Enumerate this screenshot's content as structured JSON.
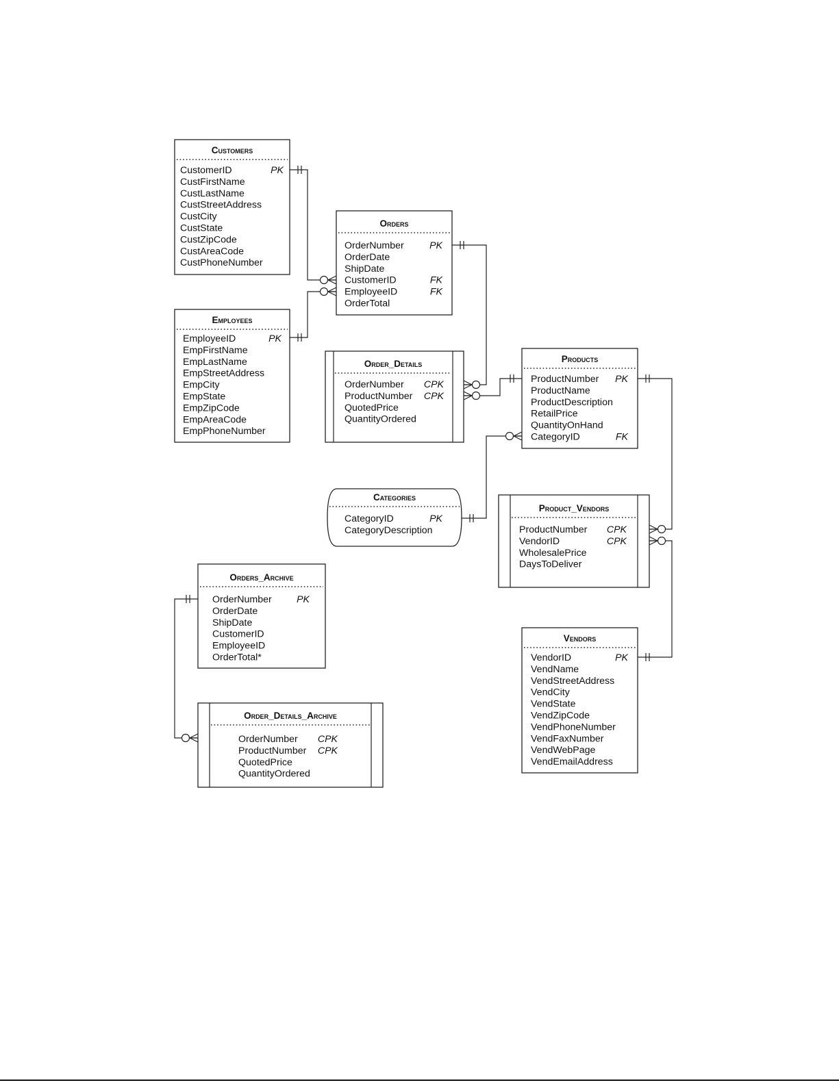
{
  "entities": [
    {
      "id": "customers",
      "title": "Customers",
      "attributes": [
        {
          "name": "CustomerID",
          "key": "PK"
        },
        {
          "name": "CustFirstName",
          "key": ""
        },
        {
          "name": "CustLastName",
          "key": ""
        },
        {
          "name": "CustStreetAddress",
          "key": ""
        },
        {
          "name": "CustCity",
          "key": ""
        },
        {
          "name": "CustState",
          "key": ""
        },
        {
          "name": "CustZipCode",
          "key": ""
        },
        {
          "name": "CustAreaCode",
          "key": ""
        },
        {
          "name": "CustPhoneNumber",
          "key": ""
        }
      ]
    },
    {
      "id": "orders",
      "title": "Orders",
      "attributes": [
        {
          "name": "OrderNumber",
          "key": "PK"
        },
        {
          "name": "OrderDate",
          "key": ""
        },
        {
          "name": "ShipDate",
          "key": ""
        },
        {
          "name": "CustomerID",
          "key": "FK"
        },
        {
          "name": "EmployeeID",
          "key": "FK"
        },
        {
          "name": "OrderTotal",
          "key": ""
        }
      ]
    },
    {
      "id": "employees",
      "title": "Employees",
      "attributes": [
        {
          "name": "EmployeeID",
          "key": "PK"
        },
        {
          "name": "EmpFirstName",
          "key": ""
        },
        {
          "name": "EmpLastName",
          "key": ""
        },
        {
          "name": "EmpStreetAddress",
          "key": ""
        },
        {
          "name": "EmpCity",
          "key": ""
        },
        {
          "name": "EmpState",
          "key": ""
        },
        {
          "name": "EmpZipCode",
          "key": ""
        },
        {
          "name": "EmpAreaCode",
          "key": ""
        },
        {
          "name": "EmpPhoneNumber",
          "key": ""
        }
      ]
    },
    {
      "id": "order_details",
      "title": "Order_Details",
      "attributes": [
        {
          "name": "OrderNumber",
          "key": "CPK"
        },
        {
          "name": "ProductNumber",
          "key": "CPK"
        },
        {
          "name": "QuotedPrice",
          "key": ""
        },
        {
          "name": "QuantityOrdered",
          "key": ""
        }
      ]
    },
    {
      "id": "products",
      "title": "Products",
      "attributes": [
        {
          "name": "ProductNumber",
          "key": "PK"
        },
        {
          "name": "ProductName",
          "key": ""
        },
        {
          "name": "ProductDescription",
          "key": ""
        },
        {
          "name": "RetailPrice",
          "key": ""
        },
        {
          "name": "QuantityOnHand",
          "key": ""
        },
        {
          "name": "CategoryID",
          "key": "FK"
        }
      ]
    },
    {
      "id": "categories",
      "title": "Categories",
      "attributes": [
        {
          "name": "CategoryID",
          "key": "PK"
        },
        {
          "name": "CategoryDescription",
          "key": ""
        }
      ]
    },
    {
      "id": "product_vendors",
      "title": "Product_Vendors",
      "attributes": [
        {
          "name": "ProductNumber",
          "key": "CPK"
        },
        {
          "name": "VendorID",
          "key": "CPK"
        },
        {
          "name": "WholesalePrice",
          "key": ""
        },
        {
          "name": "DaysToDeliver",
          "key": ""
        }
      ]
    },
    {
      "id": "orders_archive",
      "title": "Orders_Archive",
      "attributes": [
        {
          "name": "OrderNumber",
          "key": "PK"
        },
        {
          "name": "OrderDate",
          "key": ""
        },
        {
          "name": "ShipDate",
          "key": ""
        },
        {
          "name": "CustomerID",
          "key": ""
        },
        {
          "name": "EmployeeID",
          "key": ""
        },
        {
          "name": "OrderTotal*",
          "key": ""
        }
      ]
    },
    {
      "id": "vendors",
      "title": "Vendors",
      "attributes": [
        {
          "name": "VendorID",
          "key": "PK"
        },
        {
          "name": "VendName",
          "key": ""
        },
        {
          "name": "VendStreetAddress",
          "key": ""
        },
        {
          "name": "VendCity",
          "key": ""
        },
        {
          "name": "VendState",
          "key": ""
        },
        {
          "name": "VendZipCode",
          "key": ""
        },
        {
          "name": "VendPhoneNumber",
          "key": ""
        },
        {
          "name": "VendFaxNumber",
          "key": ""
        },
        {
          "name": "VendWebPage",
          "key": ""
        },
        {
          "name": "VendEmailAddress",
          "key": ""
        }
      ]
    },
    {
      "id": "order_details_archive",
      "title": "Order_Details_Archive",
      "attributes": [
        {
          "name": "OrderNumber",
          "key": "CPK"
        },
        {
          "name": "ProductNumber",
          "key": "CPK"
        },
        {
          "name": "QuotedPrice",
          "key": ""
        },
        {
          "name": "QuantityOrdered",
          "key": ""
        }
      ]
    }
  ],
  "relationships": [
    {
      "from": "customers",
      "to": "orders",
      "from_end": "one",
      "to_end": "zero-or-many"
    },
    {
      "from": "employees",
      "to": "orders",
      "from_end": "one",
      "to_end": "zero-or-many"
    },
    {
      "from": "orders",
      "to": "order_details",
      "from_end": "one",
      "to_end": "zero-or-many"
    },
    {
      "from": "products",
      "to": "order_details",
      "from_end": "one",
      "to_end": "zero-or-many"
    },
    {
      "from": "categories",
      "to": "products",
      "from_end": "one",
      "to_end": "zero-or-many"
    },
    {
      "from": "products",
      "to": "product_vendors",
      "from_end": "one",
      "to_end": "zero-or-many"
    },
    {
      "from": "vendors",
      "to": "product_vendors",
      "from_end": "one",
      "to_end": "zero-or-many"
    },
    {
      "from": "orders_archive",
      "to": "order_details_archive",
      "from_end": "one",
      "to_end": "zero-or-many"
    }
  ]
}
